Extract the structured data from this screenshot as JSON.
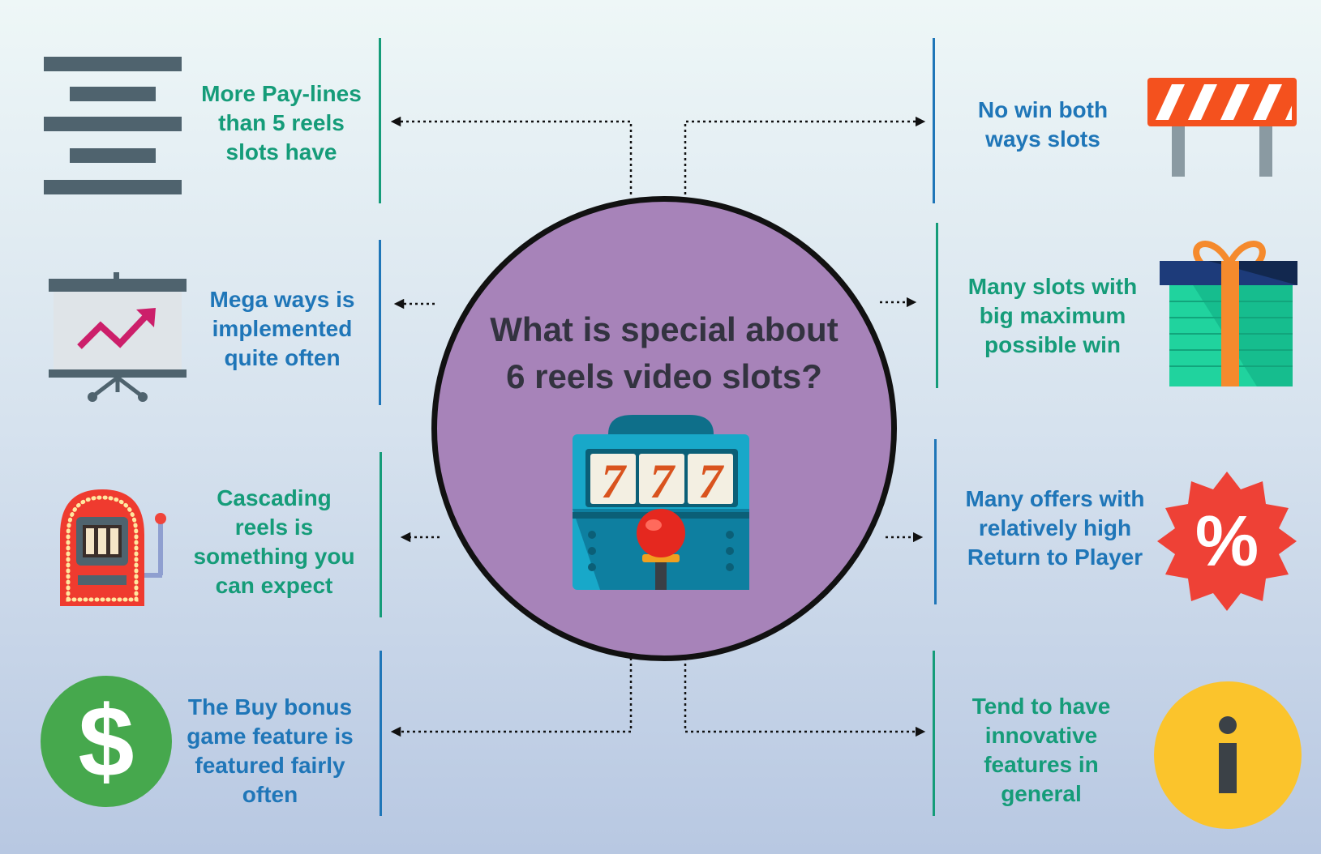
{
  "center": {
    "title_line1": "What is special about",
    "title_line2": "6 reels video slots?",
    "icon": "slot-machine-777-icon",
    "reel_symbols": [
      "7",
      "7",
      "7"
    ]
  },
  "features_left": [
    {
      "text": "More Pay-lines than 5 reels slots have",
      "icon": "paylines-icon",
      "color": "#159c79"
    },
    {
      "text": "Mega ways is implemented quite often",
      "icon": "presentation-chart-icon",
      "color": "#1f76b8"
    },
    {
      "text": "Cascading reels is something you can expect",
      "icon": "slot-machine-icon",
      "color": "#159c79"
    },
    {
      "text": "The Buy bonus game feature is featured fairly often",
      "icon": "dollar-icon",
      "color": "#1f76b8"
    }
  ],
  "features_right": [
    {
      "text": "No win both ways slots",
      "icon": "barrier-icon",
      "color": "#1f76b8"
    },
    {
      "text": "Many slots with big maximum possible win",
      "icon": "gift-icon",
      "color": "#159c79"
    },
    {
      "text": "Many offers with relatively high Return to Player",
      "icon": "percent-badge-icon",
      "color": "#1f76b8"
    },
    {
      "text": "Tend to have innovative features in general",
      "icon": "info-icon",
      "color": "#159c79"
    }
  ],
  "colors": {
    "green": "#159c79",
    "blue": "#1f76b8",
    "circle_fill": "#a783b9",
    "circle_border": "#111111",
    "title_text": "#333340"
  }
}
